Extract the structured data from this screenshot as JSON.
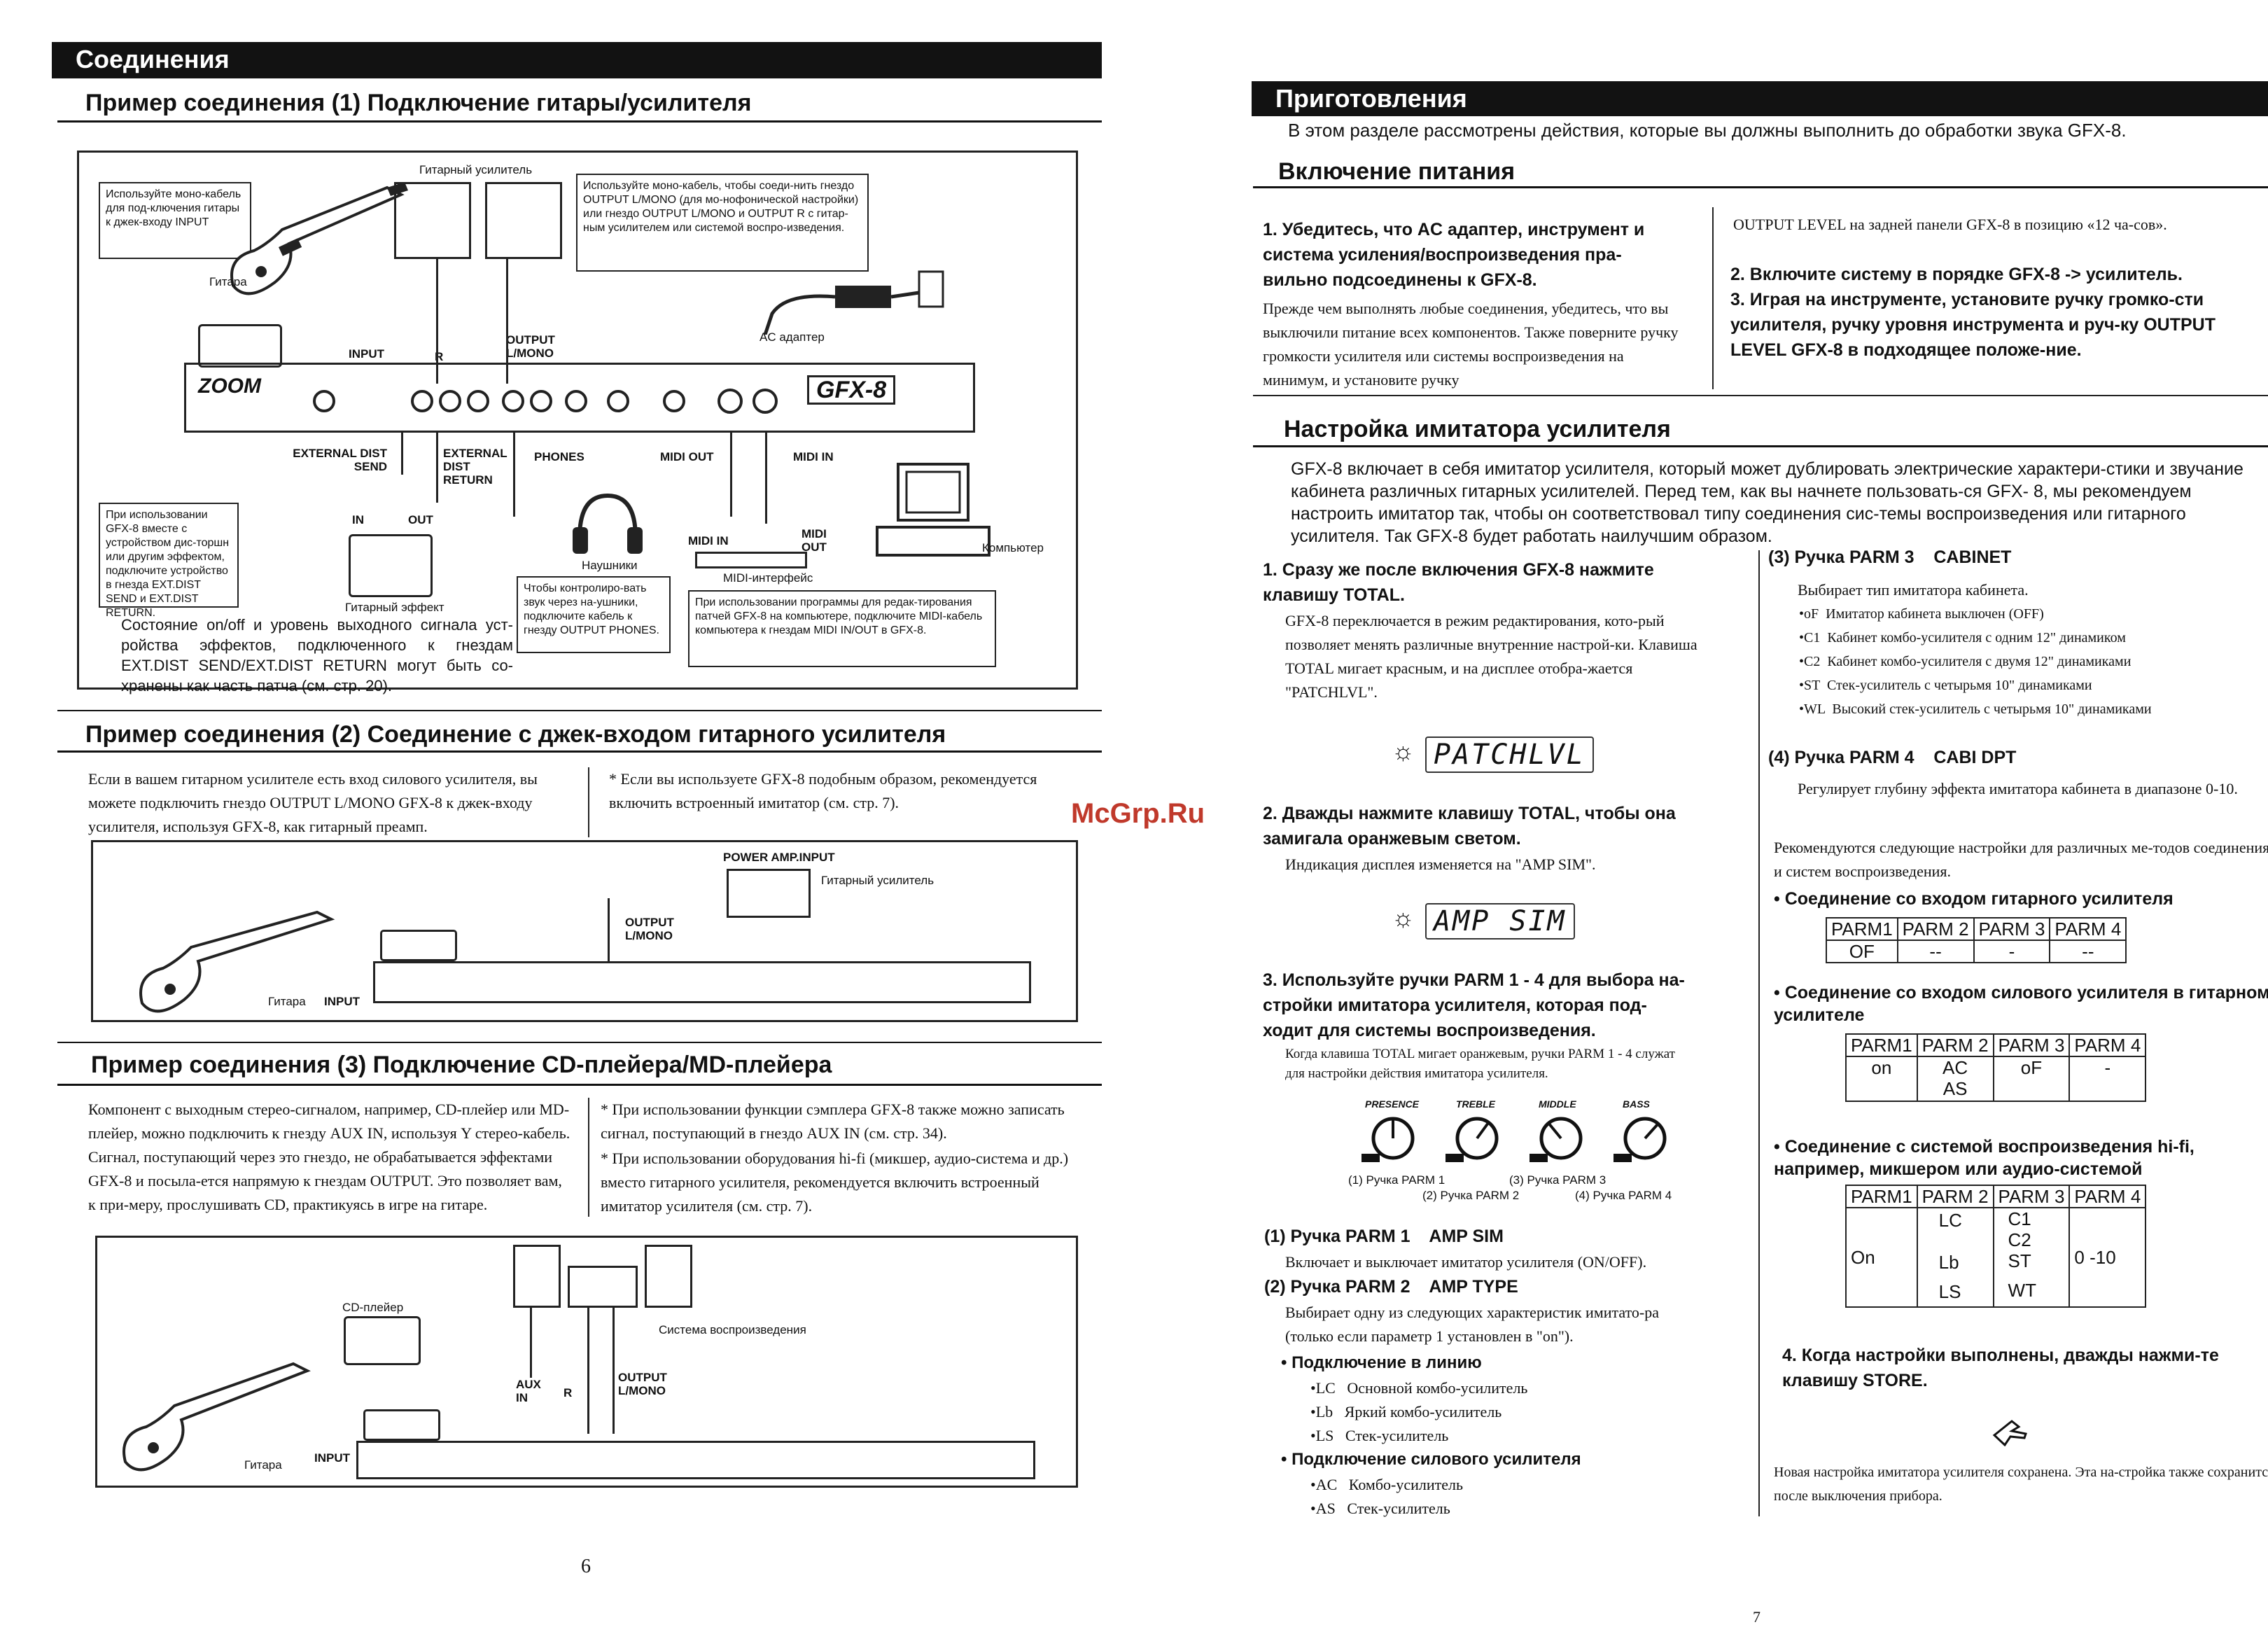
{
  "left": {
    "section_title": "Соединения",
    "ex1": {
      "title": "Пример соединения (1) Подключение гитары/усилителя",
      "labels": {
        "guitar": "Гитара",
        "amp": "Гитарный усилитель",
        "input": "INPUT",
        "r": "R",
        "output": "OUTPUT L/MONO",
        "ac": "AC адаптер",
        "ext_send": "EXTERNAL DIST SEND",
        "ext_return": "EXTERNAL DIST RETURN",
        "phones": "PHONES",
        "midi_out": "MIDI OUT",
        "midi_in": "MIDI IN",
        "in": "IN",
        "out": "OUT",
        "effect": "Гитарный эффект",
        "headphones": "Наушники",
        "midi_in2": "MIDI IN",
        "midi_out2": "MIDI OUT",
        "midi_if": "MIDI-интерфейс",
        "computer": "Компьютер",
        "brand": "ZOOM",
        "model": "GFX-8"
      },
      "notes": {
        "mono": "Используйте моно-кабель для под-ключения гитары к джек-входу INPUT",
        "mono2": "Используйте моно-кабель, чтобы соеди-нить гнездо OUTPUT L/MONO (для мо-нофонической настройки) или гнездо OUTPUT L/MONO и OUTPUT R с гитар-ным усилителем или системой воспро-изведения.",
        "ext": "При использовании GFX-8 вместе с устройством дис-торшн или другим эффектом, подключите устройство в гнезда EXT.DIST SEND и EXT.DIST RETURN.",
        "phones": "Чтобы контролиро-вать звук через на-ушники, подключите кабель к гнезду OUTPUT PHONES.",
        "midi": "При использовании программы для редак-тирования патчей GFX-8 на компьютере, подключите MIDI-кабель компьютера к гнездам MIDI IN/OUT в GFX-8.",
        "state": "Состояние on/off и уровень выходного сигнала уст-ройства эффектов, подключенного к гнездам EXT.DIST SEND/EXT.DIST RETURN могут быть со-хранены как часть патча (см. стр. 20)."
      }
    },
    "ex2": {
      "title": "Пример соединения (2) Соединение с джек-входом гитарного усилителя",
      "text_l": "Если в вашем гитарном усилителе есть вход силового усилителя, вы можете подключить гнездо OUTPUT L/MONO GFX-8 к джек-входу усилителя, используя GFX-8, как гитарный преамп.",
      "text_r": "* Если вы используете GFX-8 подобным образом, рекомендуется включить встроенный имитатор (см. стр. 7).",
      "labels": {
        "power_amp": "POWER AMP.INPUT",
        "amp": "Гитарный усилитель",
        "output": "OUTPUT L/MONO",
        "guitar": "Гитара",
        "input": "INPUT"
      }
    },
    "ex3": {
      "title": "Пример соединения (3) Подключение CD-плейера/MD-плейера",
      "text_l": "Компонент с выходным стерео-сигналом, например, CD-плейер или MD-плейер, можно подключить к гнезду AUX IN, используя Y стерео-кабель. Сигнал, поступающий через это гнездо, не обрабатывается эффектами GFX-8 и посыла-ется напрямую к гнездам OUTPUT. Это позволяет вам, к при-меру, прослушивать CD, практикуясь в игре на гитаре.",
      "text_r1": "* При использовании функции сэмплера GFX-8 также можно записать сигнал, поступающий в гнездо AUX IN (см. стр. 34).",
      "text_r2": "* При использовании оборудования hi-fi (микшер, аудио-система и др.) вместо гитарного усилителя, рекомендуется включить встроенный имитатор усилителя (см. стр. 7).",
      "labels": {
        "cd": "CD-плейер",
        "system": "Система воспроизведения",
        "aux": "AUX IN",
        "r": "R",
        "output": "OUTPUT L/MONO",
        "guitar": "Гитара",
        "input": "INPUT"
      }
    },
    "page_num": "6"
  },
  "watermark": "McGrp.Ru",
  "right": {
    "section_title": "Приготовления",
    "intro": "В этом разделе рассмотрены действия, которые вы должны выполнить до обработки звука GFX-8.",
    "power": {
      "title": "Включение питания",
      "s1_bold": "1. Убедитесь, что AC адаптер, инструмент и система усиления/воспроизведения пра-вильно подсоединены к GFX-8.",
      "s1_text": "Прежде чем выполнять любые соединения, убедитесь, что вы выключили питание всех компонентов. Также поверните ручку громкости усилителя или системы воспроизведения на минимум, и установите ручку",
      "s1_cont": "OUTPUT LEVEL на задней панели GFX-8 в позицию «12 ча-сов».",
      "s2": "2. Включите систему в порядке GFX-8 -> усилитель.",
      "s3": "3. Играя на инструменте, установите ручку громко-сти усилителя, ручку уровня инструмента и руч-ку OUTPUT LEVEL GFX-8 в подходящее положе-ние."
    },
    "sim": {
      "title": "Настройка имитатора усилителя",
      "intro": "GFX-8 включает в себя имитатор усилителя, который может дублировать электрические характери-стики и звучание кабинета различных гитарных усилителей. Перед тем, как вы начнете пользовать-ся GFX- 8, мы рекомендуем настроить имитатор так, чтобы он соответствовал типу соединения сис-темы воспроизведения или гитарного усилителя. Так GFX-8 будет работать наилучшим образом.",
      "s1_bold": "1. Сразу же после включения GFX-8 нажмите клавишу TOTAL.",
      "s1_text": "GFX-8 переключается в режим редактирования, кото-рый позволяет менять различные внутренние настрой-ки. Клавиша TOTAL мигает красным, и на дисплее отобра-жается \"PATCHLVL\".",
      "lcd1": "PATCHLVL",
      "s2_bold": "2. Дважды нажмите клавишу TOTAL, чтобы она замигала оранжевым светом.",
      "s2_text": "Индикация дисплея изменяется на \"AMP SIM\".",
      "lcd2": "AMP SIM",
      "s3_bold": "3. Используйте ручки PARM 1 - 4 для выбора на-стройки имитатора усилителя, которая под-ходит для системы воспроизведения.",
      "s3_text": "Когда клавиша TOTAL мигает оранжевым, ручки PARM 1 - 4 служат для настройки действия имитатора усилителя.",
      "knobs": {
        "k1": "PRESENCE",
        "k2": "TREBLE",
        "k3": "MIDDLE",
        "k4": "BASS",
        "c1": "(1) Ручка PARM 1",
        "c2": "(2) Ручка PARM 2",
        "c3": "(3) Ручка PARM 3",
        "c4": "(4) Ручка PARM 4"
      },
      "p1_title": "(1) Ручка PARM 1    AMP SIM",
      "p1_text": "Включает и выключает имитатор усилителя (ON/OFF).",
      "p2_title": "(2) Ручка PARM 2    AMP TYPE",
      "p2_text": "Выбирает одну из следующих характеристик имитато-ра (только если параметр 1 установлен в \"on\").",
      "line_title": "• Подключение в линию",
      "line_items": [
        "•LC   Основной комбо-усилитель",
        "•Lb   Яркий комбо-усилитель",
        "•LS   Стек-усилитель"
      ],
      "power_title": "• Подключение силового усилителя",
      "power_items": [
        "•AC   Комбо-усилитель",
        "•AS   Стек-усилитель"
      ],
      "p3_title": "(3) Ручка PARM 3    CABINET",
      "p3_text": "Выбирает тип имитатора кабинета.",
      "p3_items": [
        "•oF  Имитатор кабинета выключен (OFF)",
        "•C1  Кабинет комбо-усилителя с одним 12\" динамиком",
        "•C2  Кабинет комбо-усилителя с двумя 12\" динамиками",
        "•ST  Стек-усилитель с четырьмя 10\" динамиками",
        "•WL  Высокий стек-усилитель с четырьмя 10\" динамиками"
      ],
      "p4_title": "(4) Ручка PARM 4    CABI DPT",
      "p4_text": "Регулирует глубину эффекта имитатора кабинета в диапазоне 0-10.",
      "rec": "Рекомендуются следующие настройки для различных ме-тодов соединения и систем воспроизведения.",
      "t1_title": "• Соединение со входом гитарного усилителя",
      "t1_head": [
        "PARM1",
        "PARM 2",
        "PARM 3",
        "PARM 4"
      ],
      "t1_row": [
        "OF",
        "--",
        "-",
        "--"
      ],
      "t2_title": "• Соединение со входом силового усилителя в гитарном усилителе",
      "t2_head": [
        "PARM1",
        "PARM 2",
        "PARM 3",
        "PARM 4"
      ],
      "t2_row": [
        "on",
        "AC",
        "oF",
        "-"
      ],
      "t2_row2": "AS",
      "t3_title": "• Соединение с системой воспроизведения hi-fi, например, микшером или аудио-системой",
      "t3_head": [
        "PARM1",
        "PARM 2",
        "PARM 3",
        "PARM 4"
      ],
      "t3_c1": "On",
      "t3_c2": [
        "LC",
        "Lb",
        "LS"
      ],
      "t3_c3": [
        "C1",
        "C2",
        "ST",
        "WT"
      ],
      "t3_c4": "0 -10",
      "s4_bold": "4. Когда настройки выполнены, дважды нажми-те клавишу STORE.",
      "s4_text": "Новая настройка имитатора усилителя сохранена. Эта на-стройка также сохранится после выключения прибора."
    },
    "page_num": "7"
  }
}
